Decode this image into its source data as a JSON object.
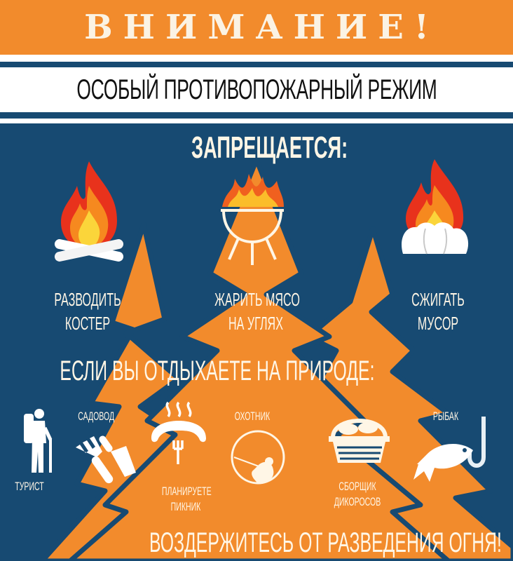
{
  "header": {
    "title": "ВНИМАНИЕ!",
    "subtitle": "ОСОБЫЙ ПРОТИВОПОЖАРНЫЙ РЕЖИМ"
  },
  "prohibited": {
    "heading": "ЗАПРЕЩАЕТСЯ:",
    "items": [
      {
        "line1": "РАЗВОДИТЬ",
        "line2": "КОСТЕР",
        "icon": "campfire-icon"
      },
      {
        "line1": "ЖАРИТЬ МЯСО",
        "line2": "НА УГЛЯХ",
        "icon": "grill-icon"
      },
      {
        "line1": "СЖИГАТЬ",
        "line2": "МУСОР",
        "icon": "burning-trash-icon"
      }
    ]
  },
  "outdoors": {
    "heading": "ЕСЛИ ВЫ ОТДЫХАЕТЕ НА ПРИРОДЕ:",
    "roles": [
      {
        "label": "ТУРИСТ",
        "icon": "hiker-icon"
      },
      {
        "label": "САДОВОД",
        "icon": "garden-tools-icon"
      },
      {
        "label_line1": "ПЛАНИРУЕТЕ",
        "label_line2": "ПИКНИК",
        "icon": "sausage-fork-icon"
      },
      {
        "label": "ОХОТНИК",
        "icon": "hunter-icon"
      },
      {
        "label_line1": "СБОРЩИК",
        "label_line2": "ДИКОРОСОВ",
        "icon": "mushroom-basket-icon"
      },
      {
        "label": "РЫБАК",
        "icon": "fish-hook-icon"
      }
    ],
    "footer": "ВОЗДЕРЖИТЕСЬ ОТ РАЗВЕДЕНИЯ ОГНЯ!"
  },
  "colors": {
    "orange": "#f28b2c",
    "blue": "#174a72",
    "cream": "#fff6e6",
    "white": "#ffffff"
  }
}
